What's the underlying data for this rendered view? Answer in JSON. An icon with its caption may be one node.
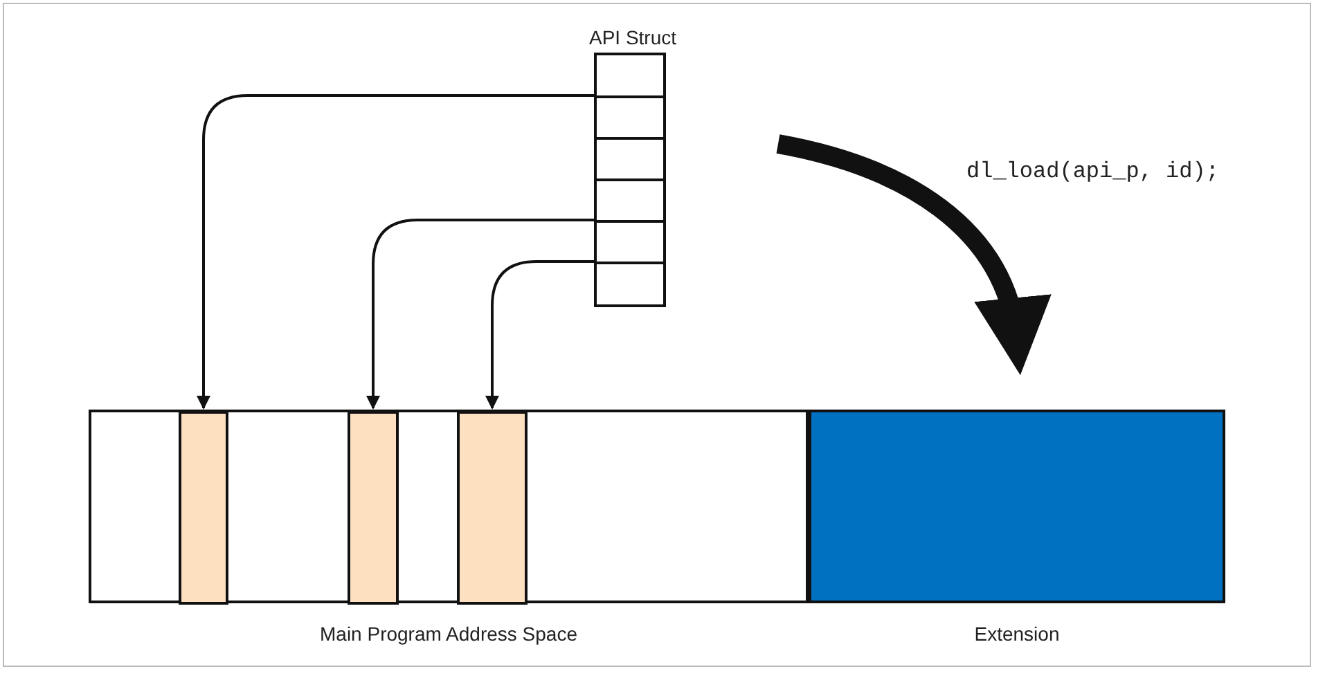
{
  "diagram": {
    "nodes": [
      {
        "text": [
          "API Struct"
        ]
      },
      {
        "text": [
          "Main Program Address Space"
        ]
      },
      {
        "text": [],
        "shape": "bar",
        "in": 1
      },
      {
        "text": [],
        "shape": "bar",
        "in": 1
      },
      {
        "text": [],
        "shape": "bar",
        "in": 1
      },
      {
        "text": [
          "Extension"
        ]
      }
    ],
    "edges": [
      {
        "from": 0,
        "to": 2,
        "arrow": "to"
      },
      {
        "from": 0,
        "to": 3,
        "arrow": "to"
      },
      {
        "from": 0,
        "to": 4,
        "arrow": "to"
      },
      {
        "from": null,
        "to": 5,
        "arrow": "to",
        "label": "dl_load(api_p, id);",
        "style": "thick"
      }
    ]
  }
}
